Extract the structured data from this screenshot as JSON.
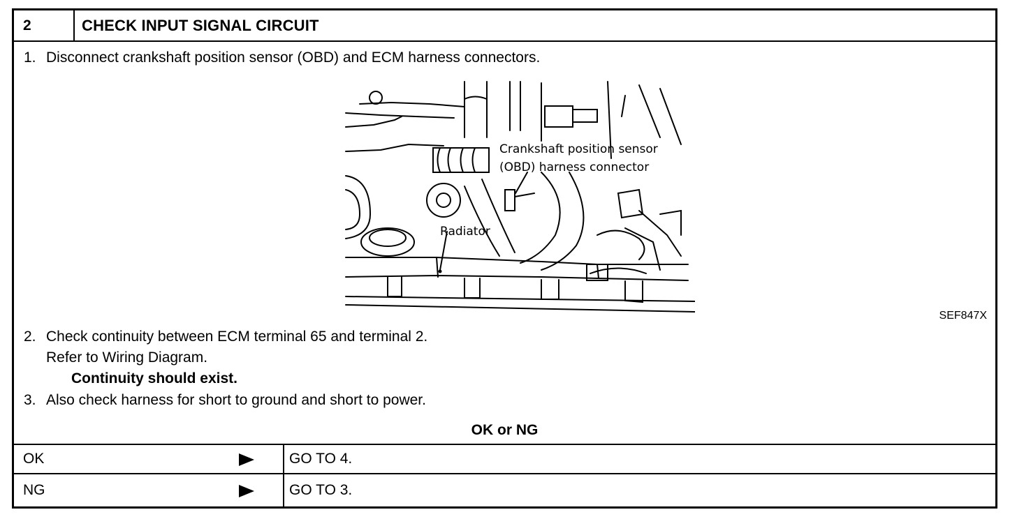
{
  "step": {
    "number": "2",
    "title": "CHECK INPUT SIGNAL CIRCUIT"
  },
  "instructions": {
    "line1_num": "1.",
    "line1": "Disconnect crankshaft position sensor (OBD) and ECM harness connectors.",
    "line2_num": "2.",
    "line2": "Check continuity between ECM terminal 65 and terminal 2.",
    "line2b": "Refer to Wiring Diagram.",
    "line2c": "Continuity should exist.",
    "line3_num": "3.",
    "line3": "Also check harness for short to ground and short to power."
  },
  "figure": {
    "callout_sensor_1": "Crankshaft position sensor",
    "callout_sensor_2": "(OBD) harness connector",
    "callout_radiator": "Radiator",
    "code": "SEF847X"
  },
  "result": {
    "title": "OK or NG",
    "rows": [
      {
        "label": "OK",
        "target": "GO TO 4."
      },
      {
        "label": "NG",
        "target": "GO TO 3."
      }
    ]
  }
}
